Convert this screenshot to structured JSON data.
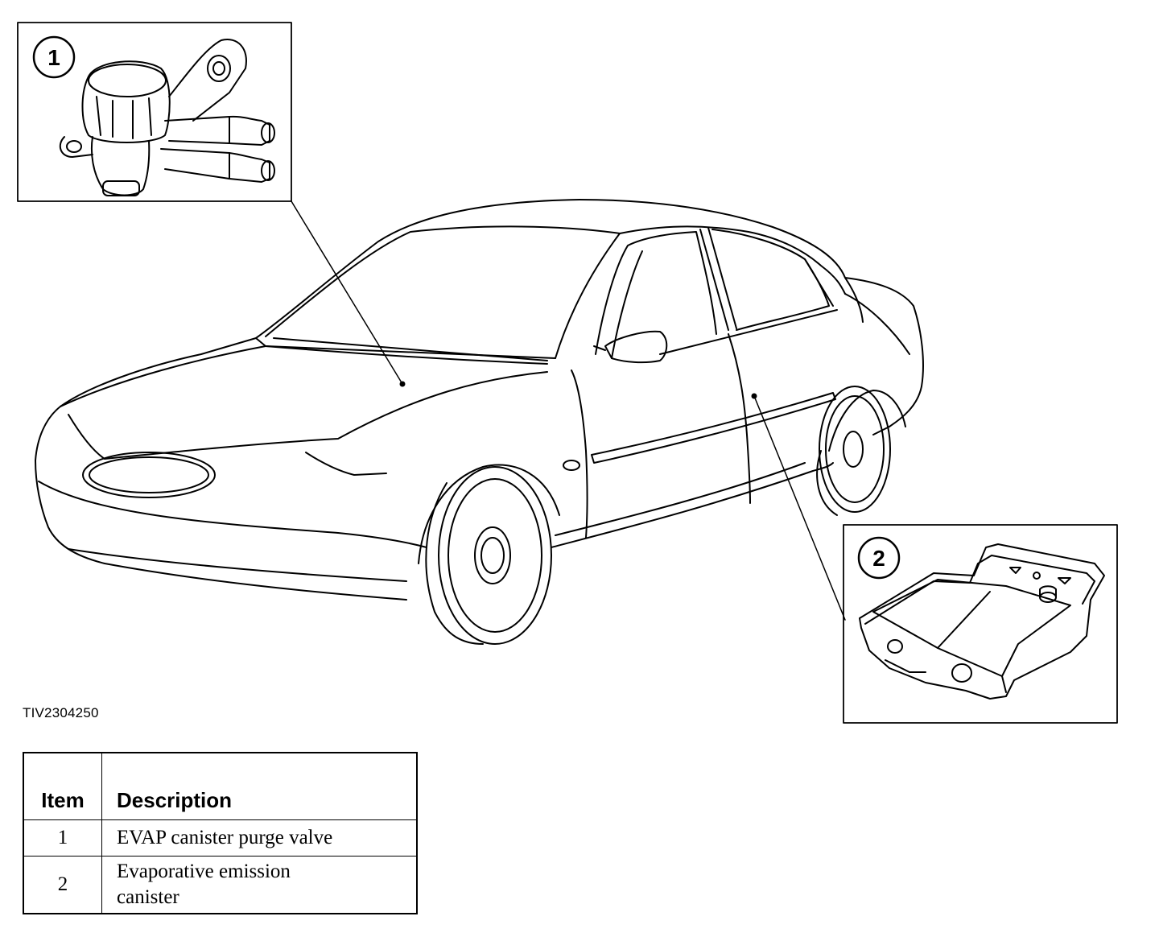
{
  "figure": {
    "reference_code": "TIV2304250",
    "callouts": [
      "1",
      "2"
    ]
  },
  "legend": {
    "headers": [
      "Item",
      "Description"
    ],
    "rows": [
      {
        "item": "1",
        "description": "EVAP canister purge valve"
      },
      {
        "item": "2",
        "description": "Evaporative emission canister"
      }
    ]
  }
}
